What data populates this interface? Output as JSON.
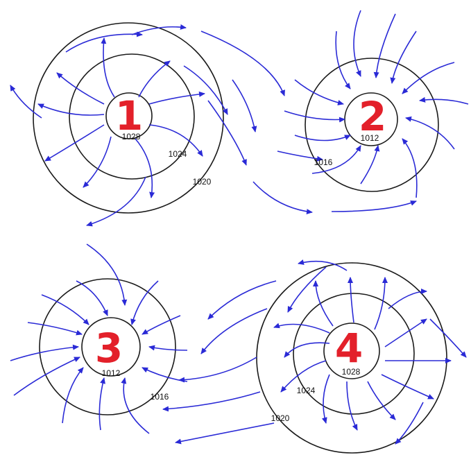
{
  "colors": {
    "isobar": "#1a1a1a",
    "wind": "#2a2ad6",
    "system_number": "#e3202a",
    "background": "#ffffff"
  },
  "systems": [
    {
      "id": "1",
      "type": "high",
      "hemisphere": "northern",
      "center_label": "1028",
      "isobar_labels": [
        "1024",
        "1020"
      ]
    },
    {
      "id": "2",
      "type": "low",
      "hemisphere": "northern",
      "center_label": "1012",
      "isobar_labels": [
        "1016"
      ]
    },
    {
      "id": "3",
      "type": "low",
      "hemisphere": "southern",
      "center_label": "1012",
      "isobar_labels": [
        "1016"
      ]
    },
    {
      "id": "4",
      "type": "high",
      "hemisphere": "southern",
      "center_label": "1028",
      "isobar_labels": [
        "1024",
        "1020"
      ]
    }
  ]
}
